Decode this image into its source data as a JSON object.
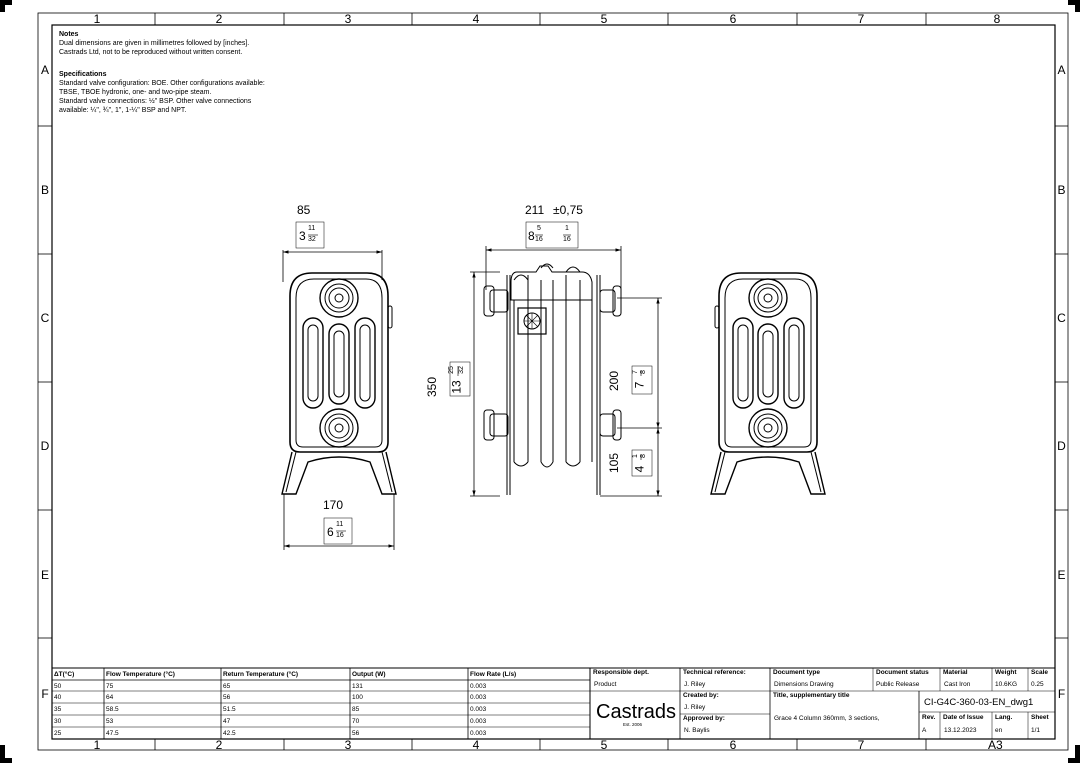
{
  "zones": {
    "cols": [
      "1",
      "2",
      "3",
      "4",
      "5",
      "6",
      "7",
      "8"
    ],
    "rows": [
      "A",
      "B",
      "C",
      "D",
      "E",
      "F"
    ]
  },
  "notes": {
    "notes_heading": "Notes",
    "notes_line1": "Dual dimensions are given in millimetres followed by [inches].",
    "notes_line2": "Castrads Ltd, not to be reproduced without written consent.",
    "spec_heading": "Specifications",
    "spec_line1": "Standard valve configuration: BOE. Other configurations available:",
    "spec_line2": "TBSE, TBOE hydronic, one- and two-pipe steam.",
    "spec_line3": "Standard valve connections: ½\" BSP. Other valve connections",
    "spec_line4": "available: ¼\", ¾\", 1\", 1-¼\" BSP and NPT."
  },
  "dimensions": {
    "depth_mm": "85",
    "depth_in_whole": "3",
    "depth_in_num": "11",
    "depth_in_den": "32",
    "length_mm": "211",
    "length_tol_mm": "±0,75",
    "length_in_whole": "8",
    "length_in_num": "5",
    "length_in_den": "16",
    "length_tol_in_num": "1",
    "length_tol_in_den": "16",
    "height_mm": "350",
    "height_in_whole": "13",
    "height_in_num": "25",
    "height_in_den": "32",
    "centres_mm": "200",
    "centres_in_whole": "7",
    "centres_in_num": "7",
    "centres_in_den": "8",
    "floor_mm": "105",
    "floor_in_whole": "4",
    "floor_in_num": "1",
    "floor_in_den": "8",
    "feet_mm": "170",
    "feet_in_whole": "6",
    "feet_in_num": "11",
    "feet_in_den": "16"
  },
  "flow_table": {
    "headers": [
      "ΔT(°C)",
      "Flow Temperature (°C)",
      "Return Temperature (°C)",
      "Output (W)",
      "Flow Rate (L/s)"
    ],
    "rows": [
      [
        "50",
        "75",
        "65",
        "131",
        "0.003"
      ],
      [
        "40",
        "64",
        "56",
        "100",
        "0.003"
      ],
      [
        "35",
        "58.5",
        "51.5",
        "85",
        "0.003"
      ],
      [
        "30",
        "53",
        "47",
        "70",
        "0.003"
      ],
      [
        "25",
        "47.5",
        "42.5",
        "56",
        "0.003"
      ]
    ]
  },
  "title_block": {
    "responsible_label": "Responsible dept.",
    "responsible_value": "Product",
    "logo": "Castrads",
    "est": "Est. 2006",
    "tech_ref_label": "Technical reference:",
    "tech_ref_value": "J. Riley",
    "created_label": "Created by:",
    "created_value": "J. Riley",
    "approved_label": "Approved by:",
    "approved_value": "N. Baylis",
    "doc_type_label": "Document type",
    "doc_type_value": "Dimensions Drawing",
    "title_label": "Title, supplementary title",
    "title_value": "Grace 4 Column 360mm, 3 sections,",
    "doc_status_label": "Document status",
    "doc_status_value": "Public Release",
    "material_label": "Material",
    "material_value": "Cast Iron",
    "weight_label": "Weight",
    "weight_value": "10.6KG",
    "scale_label": "Scale",
    "scale_value": "0.25",
    "doc_no": "CI-G4C-360-03-EN_dwg1",
    "rev_label": "Rev.",
    "rev_value": "A",
    "date_label": "Date of Issue",
    "date_value": "13.12.2023",
    "lang_label": "Lang.",
    "lang_value": "en",
    "sheet_label": "Sheet",
    "sheet_value": "1/1",
    "size": "A3"
  }
}
